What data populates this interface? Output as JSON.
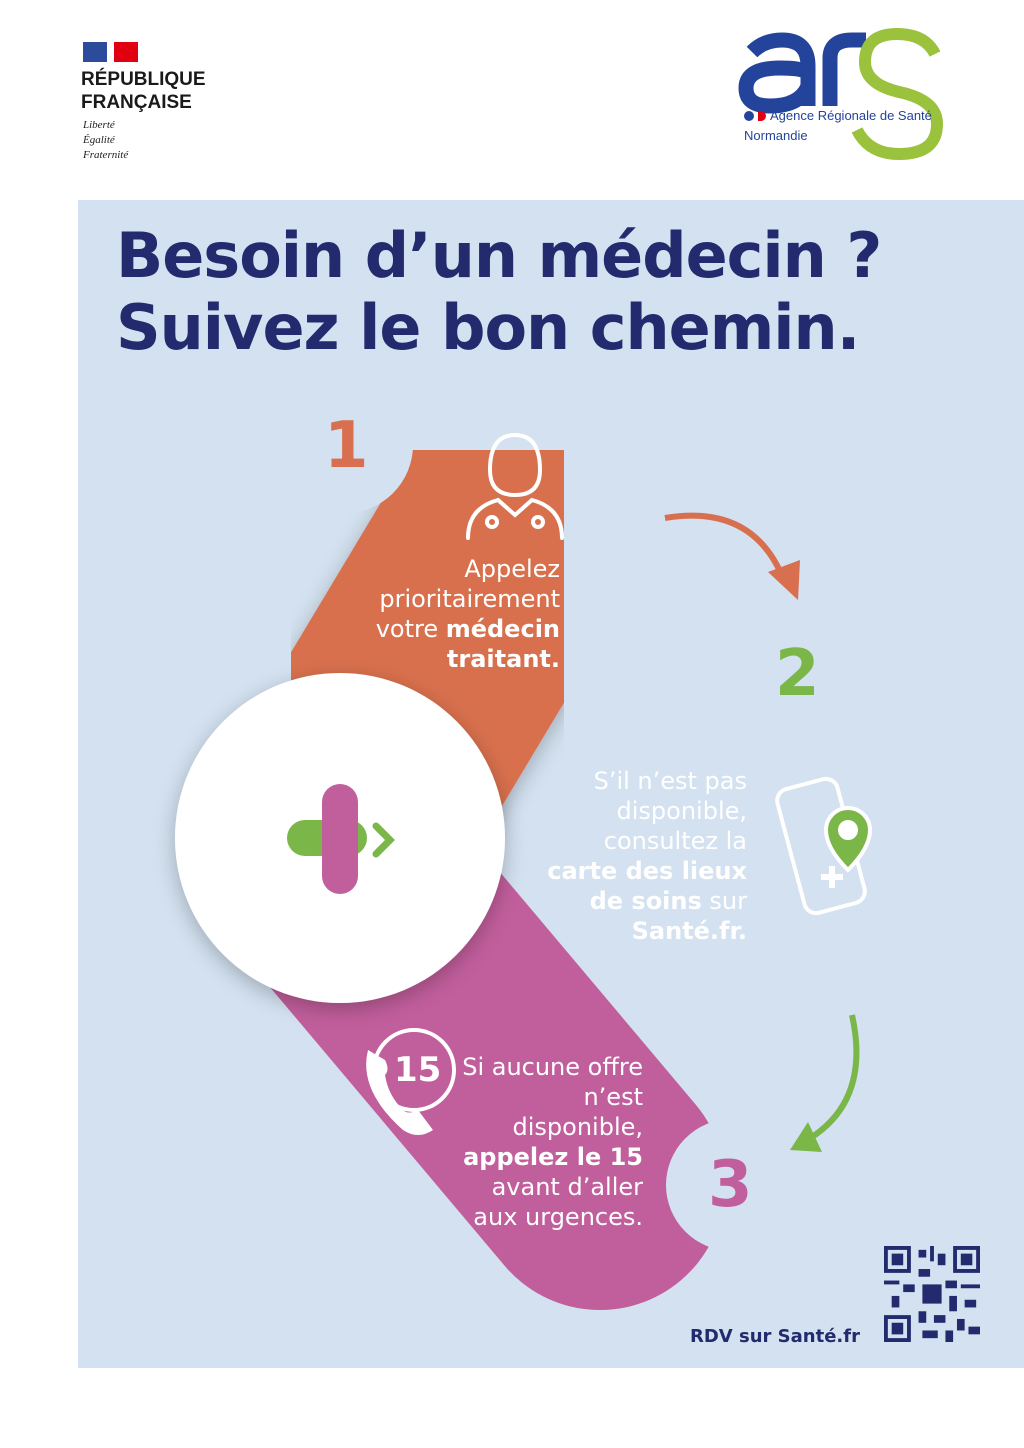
{
  "header": {
    "republique": {
      "line1": "RÉPUBLIQUE",
      "line2": "FRANÇAISE",
      "motto": [
        "Liberté",
        "Égalité",
        "Fraternité"
      ]
    },
    "ars": {
      "logo": "ars",
      "agency": "Agence Régionale de Santé",
      "region": "Normandie"
    }
  },
  "title": {
    "line1": "Besoin d’un médecin ?",
    "line2": "Suivez le bon chemin."
  },
  "steps": [
    {
      "number": "1",
      "text_plain": "Appelez prioritairement votre ",
      "text_bold": "médecin traitant.",
      "icon": "doctor-icon",
      "color": "#d86f4e"
    },
    {
      "number": "2",
      "text_plain": "S’il n’est pas disponible, consultez la ",
      "text_bold": "carte des lieux de soins",
      "text_plain2": " sur ",
      "text_bold2": "Santé.fr.",
      "icon": "phone-map-icon",
      "color": "#7ab648"
    },
    {
      "number": "3",
      "text_plain": "Si aucune offre n’est disponible, ",
      "text_bold": "appelez le 15",
      "text_plain2": " avant d’aller aux urgences.",
      "icon": "phone-15-icon",
      "badge": "15",
      "color": "#c15e9c"
    }
  ],
  "footer": {
    "rdv": "RDV sur Santé.fr"
  },
  "colors": {
    "navy": "#232a6e",
    "panel": "#d3e1f0",
    "orange": "#d86f4e",
    "green": "#7ab648",
    "pink": "#c15e9c"
  }
}
